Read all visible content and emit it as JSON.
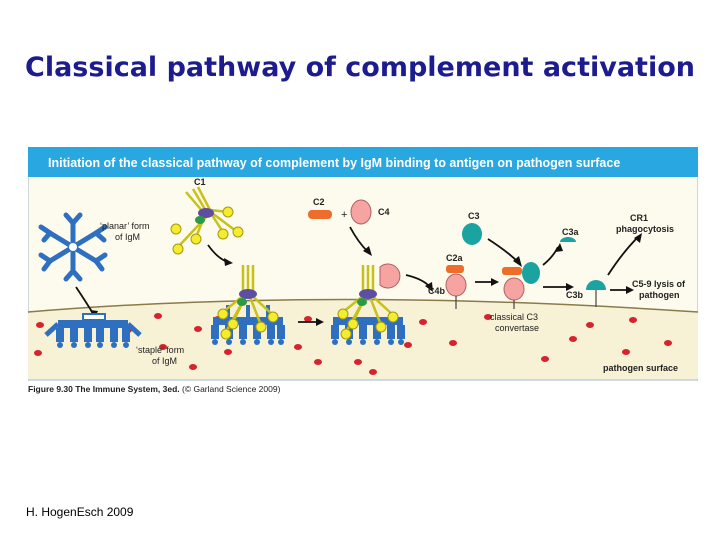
{
  "slide": {
    "title": "Classical pathway of complement activation",
    "credit": "H. HogenEsch 2009"
  },
  "figure": {
    "header": "Initiation of the classical pathway of complement by IgM binding to antigen on pathogen surface",
    "caption_bold": "Figure 9.30  The Immune System, 3ed.",
    "caption_rest": " (© Garland Science 2009)",
    "labels": {
      "planar_line1": "‘planar’ form",
      "planar_line2": "of IgM",
      "staple_line1": "‘staple’ form",
      "staple_line2": "of IgM",
      "c1": "C1",
      "c2": "C2",
      "plus": "+",
      "c4": "C4",
      "c3": "C3",
      "c2a": "C2a",
      "c4b": "C4b",
      "convertase_line1": "classical C3",
      "convertase_line2": "convertase",
      "c3a": "C3a",
      "c3b": "C3b",
      "cr1_line1": "CR1",
      "cr1_line2": "phagocytosis",
      "c59_line1": "C5-9 lysis of",
      "c59_line2": "pathogen",
      "pathogen_surface": "pathogen surface"
    },
    "colors": {
      "header_bg": "#29a7e1",
      "panel_bg": "#fcfbed",
      "surface_bg": "#f7f2d6",
      "igm_blue": "#2e6fc0",
      "c1q_yellow": "#f5ec2e",
      "c1rs_purple": "#5d4ea3",
      "c1_green": "#2a9a46",
      "c2_orange": "#ee6d2b",
      "c4_pink": "#f5a4a2",
      "c3_teal": "#1aa3a0",
      "antigen_red": "#d6232e"
    }
  }
}
